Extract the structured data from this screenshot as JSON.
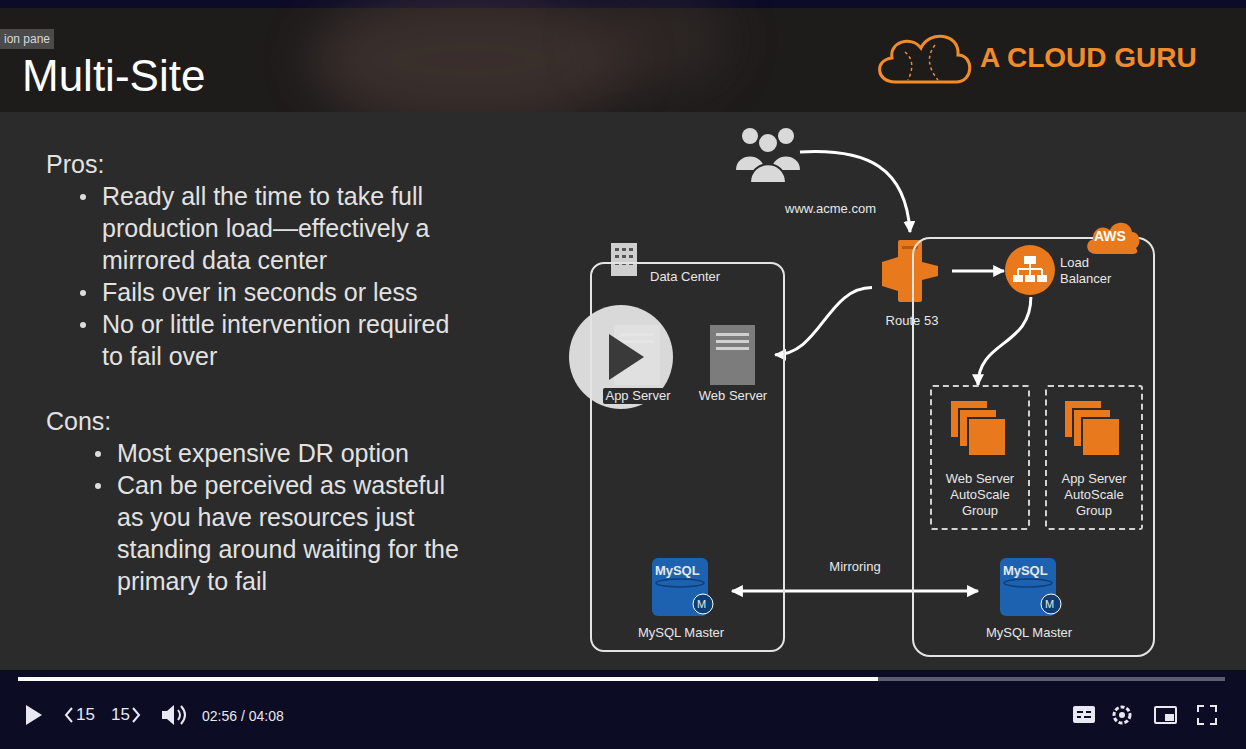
{
  "diagram": {
    "title": "Multi-Site",
    "nodes": [
      {
        "text": [
          "Data Center"
        ]
      },
      {
        "text": [
          "App Server"
        ],
        "in": 0
      },
      {
        "text": [
          "Web Server"
        ],
        "in": 0
      },
      {
        "text": [
          "MySQL",
          "M",
          "MySQL Master"
        ],
        "in": 0
      },
      {
        "text": [
          "Route 53"
        ]
      },
      {
        "text": [
          "AWS"
        ]
      },
      {
        "text": [
          "Load Balancer"
        ],
        "in": 5
      },
      {
        "text": [
          "Web Server AutoScale Group"
        ],
        "in": 5
      },
      {
        "text": [
          "App Server AutoScale Group"
        ],
        "in": 5
      },
      {
        "text": [
          "MySQL",
          "M",
          "MySQL Master"
        ],
        "in": 5
      }
    ],
    "edges": [
      {
        "from": 4,
        "to": 6,
        "arrow": "to"
      },
      {
        "from": 4,
        "to": 2,
        "arrow": "to"
      },
      {
        "from": 6,
        "to": 7,
        "arrow": "to"
      },
      {
        "from": 3,
        "to": 9,
        "label": "Mirroring",
        "arrow": "both"
      }
    ],
    "labels": [
      "ion pane",
      "A CLOUD GURU",
      "Pros:",
      "Ready all the time to take full production load—effectively a mirrored data center",
      "Fails over in seconds or less",
      "No or little intervention required to fail over",
      "Cons:",
      "Most expensive DR option",
      "Can be perceived as wasteful as you have resources just standing around waiting for the primary to fail",
      "www.acme.com",
      "15",
      "15",
      "02:56 / 04:08"
    ]
  }
}
